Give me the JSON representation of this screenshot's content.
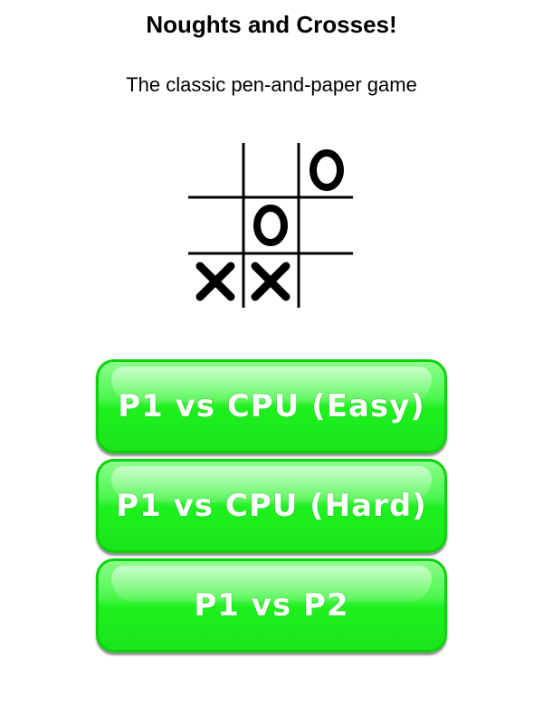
{
  "header": {
    "title": "Noughts and Crosses!",
    "subtitle": "The classic pen-and-paper game"
  },
  "board": {
    "cells": [
      [
        "",
        "",
        "O"
      ],
      [
        "",
        "O",
        ""
      ],
      [
        "X",
        "X",
        ""
      ]
    ]
  },
  "menu": {
    "buttons": [
      {
        "label": "P1 vs CPU (Easy)"
      },
      {
        "label": "P1 vs CPU (Hard)"
      },
      {
        "label": "P1 vs P2"
      }
    ]
  },
  "colors": {
    "button_green": "#1ef01e",
    "button_border": "#0ed20e",
    "ink": "#000000"
  }
}
